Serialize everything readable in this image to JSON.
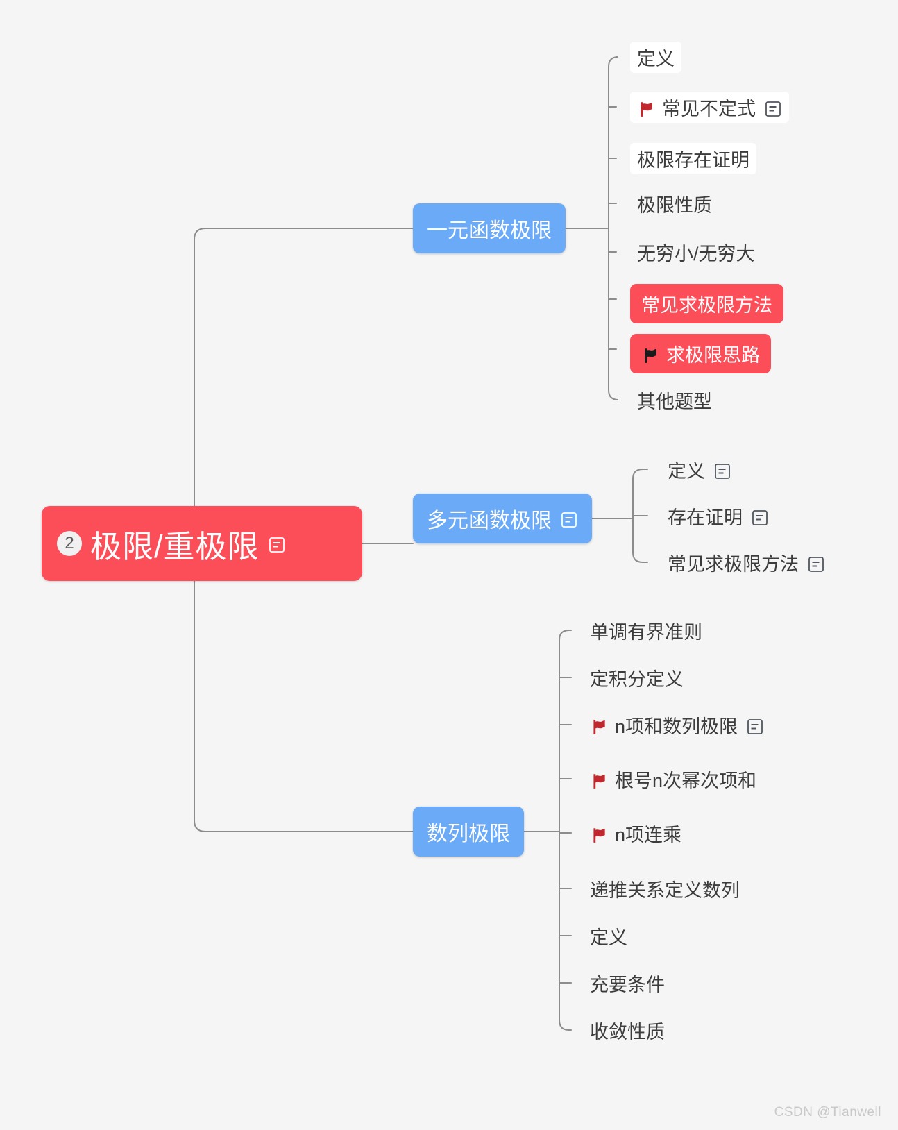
{
  "theme": {
    "background": "#f5f5f5",
    "root_color": "#fb4e59",
    "branch_color": "#6aaaf7",
    "highlight_color": "#fb4e59",
    "link_color": "#8c8c8c",
    "leaf_text_color": "#3c3c3c",
    "leaf_box_color": "#ffffff",
    "flag_red": "#c1272d",
    "flag_black": "#1a1a1a",
    "watermark_color": "#c9c9c9"
  },
  "root": {
    "badge": "2",
    "label": "极限/重极限",
    "note_icon": "note-icon",
    "has_note": true
  },
  "branches": [
    {
      "label": "一元函数极限",
      "has_note": false,
      "children": [
        {
          "label": "定义",
          "style": "boxed",
          "flag": null,
          "has_note": false
        },
        {
          "label": "常见不定式",
          "style": "boxed",
          "flag": "red",
          "has_note": true
        },
        {
          "label": "极限存在证明",
          "style": "boxed",
          "flag": null,
          "has_note": false
        },
        {
          "label": "极限性质",
          "style": "plain",
          "flag": null,
          "has_note": false
        },
        {
          "label": "无穷小/无穷大",
          "style": "plain",
          "flag": null,
          "has_note": false
        },
        {
          "label": "常见求极限方法",
          "style": "redfill",
          "flag": null,
          "has_note": false
        },
        {
          "label": "求极限思路",
          "style": "redfill",
          "flag": "black",
          "has_note": false
        },
        {
          "label": "其他题型",
          "style": "plain",
          "flag": null,
          "has_note": false
        }
      ]
    },
    {
      "label": "多元函数极限",
      "has_note": true,
      "children": [
        {
          "label": "定义",
          "style": "plain",
          "flag": null,
          "has_note": true
        },
        {
          "label": "存在证明",
          "style": "plain",
          "flag": null,
          "has_note": true
        },
        {
          "label": "常见求极限方法",
          "style": "plain",
          "flag": null,
          "has_note": true
        }
      ]
    },
    {
      "label": "数列极限",
      "has_note": false,
      "children": [
        {
          "label": "单调有界准则",
          "style": "plain",
          "flag": null,
          "has_note": false
        },
        {
          "label": "定积分定义",
          "style": "plain",
          "flag": null,
          "has_note": false
        },
        {
          "label": "n项和数列极限",
          "style": "plain",
          "flag": "red",
          "has_note": true
        },
        {
          "label": "根号n次幂次项和",
          "style": "plain",
          "flag": "red",
          "has_note": false
        },
        {
          "label": "n项连乘",
          "style": "plain",
          "flag": "red",
          "has_note": false
        },
        {
          "label": "递推关系定义数列",
          "style": "plain",
          "flag": null,
          "has_note": false
        },
        {
          "label": "定义",
          "style": "plain",
          "flag": null,
          "has_note": false
        },
        {
          "label": "充要条件",
          "style": "plain",
          "flag": null,
          "has_note": false
        },
        {
          "label": "收敛性质",
          "style": "plain",
          "flag": null,
          "has_note": false
        }
      ]
    }
  ],
  "watermark": "CSDN @Tianwell"
}
